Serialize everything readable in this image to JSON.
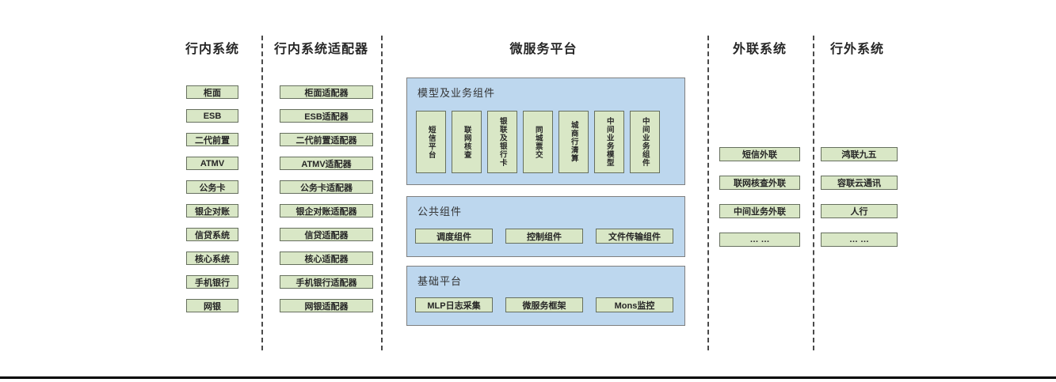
{
  "diagram_title": "bank-microservice-architecture",
  "colors": {
    "green_fill": "#d9e7c6",
    "green_border": "#666f5e",
    "blue_fill": "#bdd7ee",
    "blue_border": "#7f7f7f",
    "divider": "#4a4a4a",
    "bottom_rule": "#000000"
  },
  "columns": {
    "internal": {
      "title": "行内系统",
      "items": [
        "柜面",
        "ESB",
        "二代前置",
        "ATMV",
        "公务卡",
        "银企对账",
        "信贷系统",
        "核心系统",
        "手机银行",
        "网银"
      ]
    },
    "adapters": {
      "title": "行内系统适配器",
      "items": [
        "柜面适配器",
        "ESB适配器",
        "二代前置适配器",
        "ATMV适配器",
        "公务卡适配器",
        "银企对账适配器",
        "信贷适配器",
        "核心适配器",
        "手机银行适配器",
        "网银适配器"
      ]
    },
    "microservice": {
      "title": "微服务平台",
      "groups": {
        "model": {
          "title": "模型及业务组件",
          "items": [
            "短信平台",
            "联网核查",
            "银联及银行卡",
            "同城票交",
            "城商行清算",
            "中间业务模型",
            "中间业务组件"
          ]
        },
        "common": {
          "title": "公共组件",
          "items": [
            "调度组件",
            "控制组件",
            "文件传输组件"
          ]
        },
        "base": {
          "title": "基础平台",
          "items": [
            "MLP日志采集",
            "微服务框架",
            "Mons监控"
          ]
        }
      }
    },
    "external_link": {
      "title": "外联系统",
      "items": [
        "短信外联",
        "联网核查外联",
        "中间业务外联",
        "… …"
      ]
    },
    "external": {
      "title": "行外系统",
      "items": [
        "鸿联九五",
        "容联云通讯",
        "人行",
        "… …"
      ]
    }
  }
}
